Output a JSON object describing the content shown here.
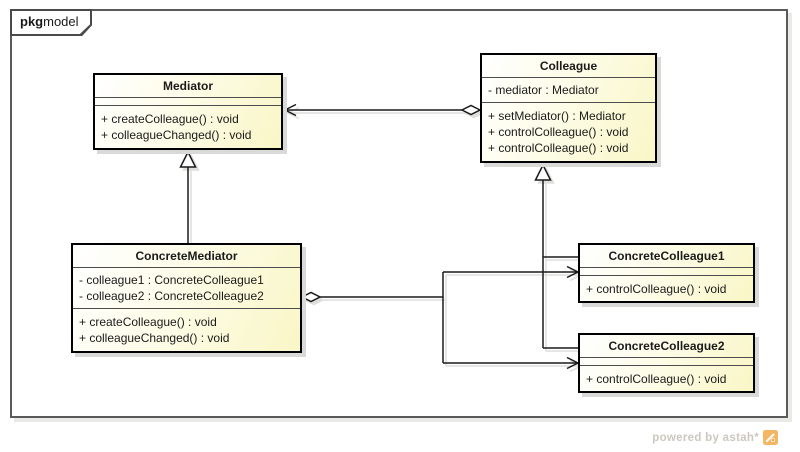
{
  "frame": {
    "keyword": "pkg",
    "name": "model"
  },
  "classes": [
    {
      "name": "Mediator",
      "attributes": [],
      "operations": [
        "+ createColleague() : void",
        "+ colleagueChanged() : void"
      ]
    },
    {
      "name": "Colleague",
      "attributes": [
        "- mediator : Mediator"
      ],
      "operations": [
        "+ setMediator() : Mediator",
        "+ controlColleague() : void",
        "+ controlColleague() : void"
      ]
    },
    {
      "name": "ConcreteMediator",
      "attributes": [
        "- colleague1 : ConcreteColleague1",
        "- colleague2 : ConcreteColleague2"
      ],
      "operations": [
        "+ createColleague() : void",
        "+ colleagueChanged() : void"
      ]
    },
    {
      "name": "ConcreteColleague1",
      "attributes": [],
      "operations": [
        "+ controlColleague() : void"
      ]
    },
    {
      "name": "ConcreteColleague2",
      "attributes": [],
      "operations": [
        "+ controlColleague() : void"
      ]
    }
  ],
  "relationships": [
    {
      "type": "aggregation",
      "from": "Colleague",
      "to": "Mediator",
      "arrow": "open"
    },
    {
      "type": "generalization",
      "from": "ConcreteMediator",
      "to": "Mediator"
    },
    {
      "type": "generalization",
      "from": "ConcreteColleague1",
      "to": "Colleague"
    },
    {
      "type": "generalization",
      "from": "ConcreteColleague2",
      "to": "Colleague"
    },
    {
      "type": "aggregation",
      "from": "ConcreteMediator",
      "to": "ConcreteColleague1",
      "arrow": "open"
    },
    {
      "type": "aggregation",
      "from": "ConcreteMediator",
      "to": "ConcreteColleague2",
      "arrow": "open"
    }
  ],
  "watermark": {
    "text": "powered by astah*"
  },
  "colors": {
    "class_fill_light": "#ffffff",
    "class_fill_yellow": "#f9f6c6",
    "class_border": "#000000",
    "frame_border": "#5a5a5a",
    "shadow": "#d9d9d7",
    "connector": "#1a1a1a",
    "watermark_text": "#cdc8bf",
    "astah_orange": "#f0a43c"
  }
}
